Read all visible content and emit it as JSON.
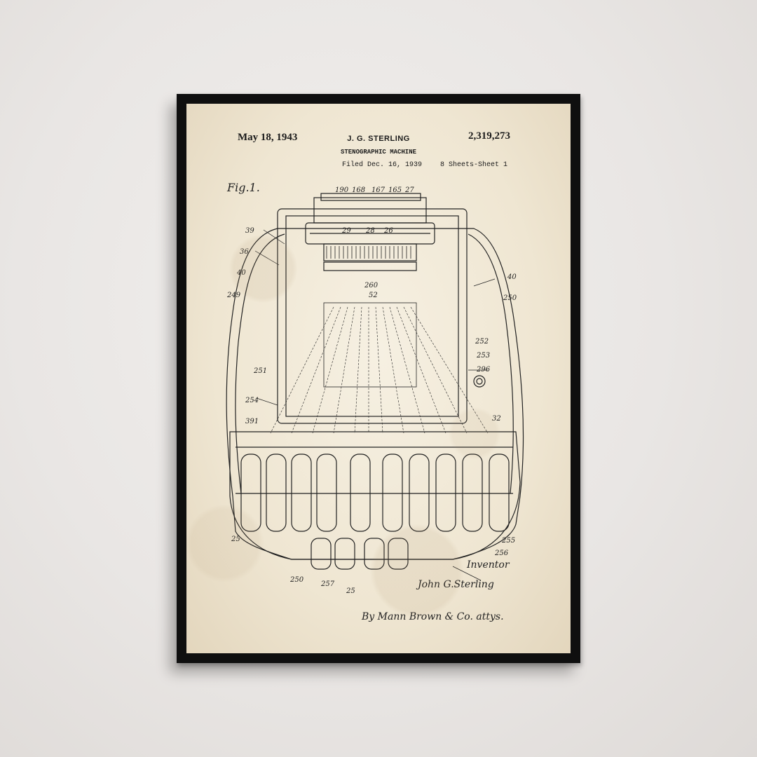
{
  "poster": {
    "date": "May 18, 1943",
    "inventor_header": "J. G. STERLING",
    "patent_number": "2,319,273",
    "title": "STENOGRAPHIC MACHINE",
    "filed": "Filed Dec. 16, 1939",
    "sheets": "8 Sheets-Sheet 1",
    "figure_label": "Fig.1.",
    "inventor_caption": "Inventor",
    "inventor_signature": "John G.Sterling",
    "attorney_line": "By Mann Brown & Co. attys."
  },
  "colors": {
    "wall": "#e9e6e4",
    "frame": "#0f0f0f",
    "paper": "#efe6d2",
    "ink": "#1b1b1b"
  }
}
